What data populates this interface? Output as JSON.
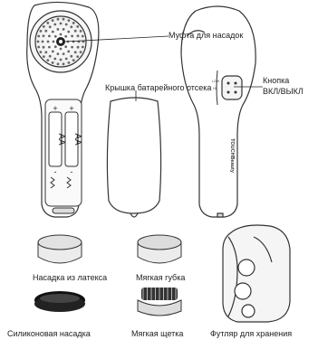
{
  "labels": {
    "nozzle_coupling": "Муфта для насадок",
    "battery_cover": "Крышка батарейного отсека",
    "power_button_line1": "Кнопка",
    "power_button_line2": "ВКЛ/ВЫКЛ",
    "latex_nozzle": "Насадка из латекса",
    "soft_sponge": "Мягкая губка",
    "silicone_nozzle": "Силиконовая насадка",
    "soft_brush": "Мягкая щетка",
    "storage_case": "Футляр для хранения"
  },
  "battery_marks": {
    "plus": "+",
    "minus": "-",
    "cell": "AA"
  },
  "device_marks": {
    "speed_low": "LOW",
    "speed_hi": "HI",
    "brand": "TOUCHBeauty"
  }
}
